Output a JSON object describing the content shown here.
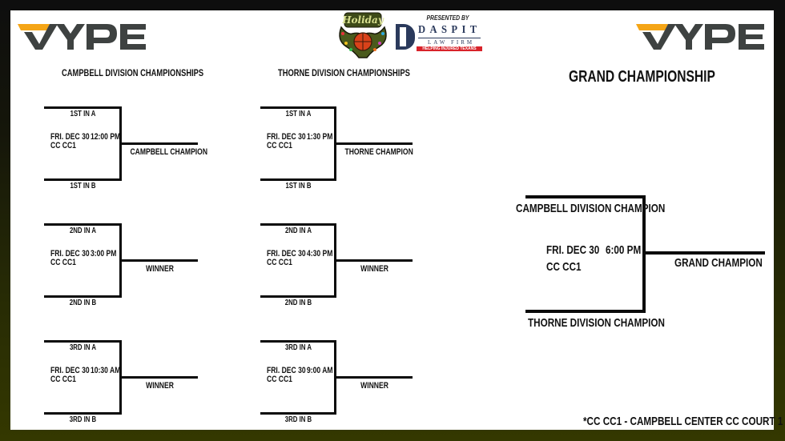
{
  "logos": {
    "left_brand": "VYPE",
    "right_brand": "VYPE",
    "event_logo_text": "Holiday",
    "sponsor_label": "PRESENTED BY",
    "sponsor_name": "DASPIT",
    "sponsor_sub": "LAW FIRM",
    "sponsor_tagline": "HELPING INJURED TEXANS"
  },
  "colors": {
    "brand_orange": "#F5A516",
    "brand_gray": "#3E4241",
    "sponsor_navy": "#2B3A5C",
    "sponsor_red": "#D8232A"
  },
  "campbell": {
    "title": "CAMPBELL DIVISION CHAMPIONSHIPS",
    "games": [
      {
        "top": "1ST IN A",
        "bottom": "1ST IN B",
        "date": "FRI. DEC 30",
        "time": "12:00 PM",
        "venue": "CC CC1",
        "result": "CAMPBELL CHAMPION"
      },
      {
        "top": "2ND IN A",
        "bottom": "2ND IN B",
        "date": "FRI. DEC 30",
        "time": "3:00 PM",
        "venue": "CC CC1",
        "result": "WINNER"
      },
      {
        "top": "3RD IN A",
        "bottom": "3RD IN B",
        "date": "FRI. DEC 30",
        "time": "10:30 AM",
        "venue": "CC CC1",
        "result": "WINNER"
      }
    ]
  },
  "thorne": {
    "title": "THORNE DIVISION CHAMPIONSHIPS",
    "games": [
      {
        "top": "1ST IN A",
        "bottom": "1ST IN B",
        "date": "FRI. DEC 30",
        "time": "1:30 PM",
        "venue": "CC CC1",
        "result": "THORNE CHAMPION"
      },
      {
        "top": "2ND IN A",
        "bottom": "2ND IN B",
        "date": "FRI. DEC 30",
        "time": "4:30 PM",
        "venue": "CC CC1",
        "result": "WINNER"
      },
      {
        "top": "3RD IN A",
        "bottom": "3RD IN B",
        "date": "FRI. DEC 30",
        "time": "9:00 AM",
        "venue": "CC CC1",
        "result": "WINNER"
      }
    ]
  },
  "grand": {
    "title": "GRAND CHAMPIONSHIP",
    "top": "CAMPBELL DIVISION CHAMPION",
    "bottom": "THORNE DIVISION CHAMPION",
    "date": "FRI. DEC 30",
    "time": "6:00 PM",
    "venue": "CC CC1",
    "result": "GRAND CHAMPION"
  },
  "footnote": "*CC CC1 - CAMPBELL CENTER CC COURT 1"
}
